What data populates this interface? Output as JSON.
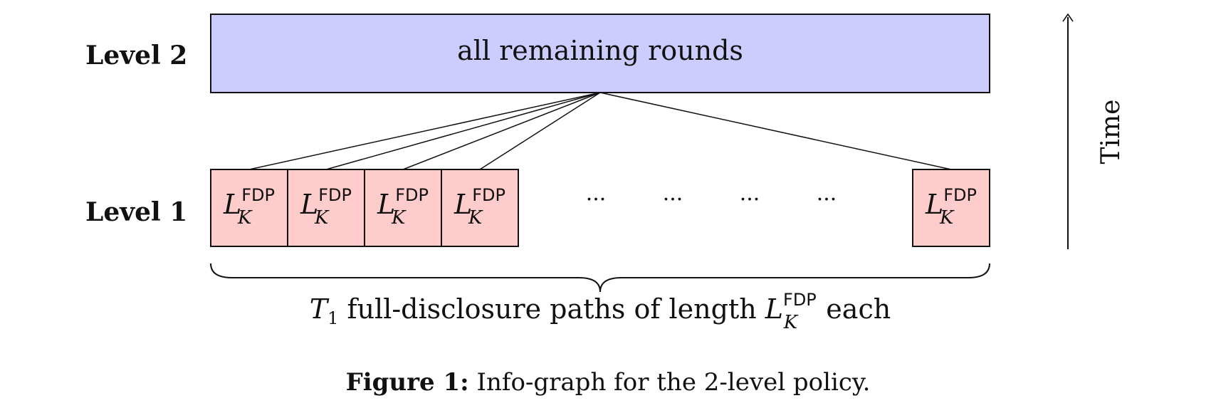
{
  "levels": {
    "level2_label": "Level 2",
    "level1_label": "Level 1"
  },
  "top_box": {
    "text": "all remaining rounds",
    "fill": "#ccccff"
  },
  "path_box": {
    "main": "L",
    "superscript": "FDP",
    "subscript": "K",
    "fill": "#ffcccc"
  },
  "path_box_count_left": 4,
  "path_box_count_right": 1,
  "ellipsis": "···",
  "ellipsis_count": 4,
  "brace": {
    "t_main": "T",
    "t_sub": "1",
    "mid_text": " full-disclosure paths of length ",
    "l_main": "L",
    "l_sup": "FDP",
    "l_sub": "K",
    "end_text": " each"
  },
  "time_axis": {
    "label": "Time"
  },
  "caption": {
    "prefix": "Figure 1:",
    "text": " Info-graph for the 2-level policy."
  }
}
